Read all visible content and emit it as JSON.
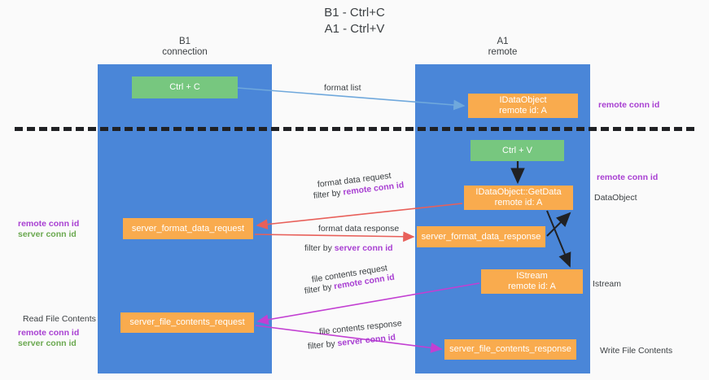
{
  "title": "B1 - Ctrl+C\nA1 - Ctrl+V",
  "lanes": [
    {
      "name": "b1",
      "header": "B1\nconnection",
      "color": "#4a86d8"
    },
    {
      "name": "a1",
      "header": "A1\nremote",
      "color": "#4a86d8"
    }
  ],
  "colors": {
    "lane": "#4a86d8",
    "green_node": "#77c77f",
    "orange_node": "#f9ab4e",
    "purple_label": "#a83fd2",
    "green_label": "#6aa84f",
    "blue_arrow": "#6fa8dc",
    "red_arrow": "#e8605a",
    "magenta_arrow": "#c23fd2",
    "black_arrow": "#202124",
    "background": "#fafafa",
    "text": "#3c4043"
  },
  "nodes": {
    "ctrl_c": "Ctrl + C",
    "idataobject": "IDataObject\nremote id: A",
    "ctrl_v": "Ctrl + V",
    "getdata": "IDataObject::GetData\nremote id: A",
    "server_format_data_request": "server_format_data_request",
    "server_format_data_response": "server_format_data_response",
    "istream": "IStream\nremote id: A",
    "server_file_contents_request": "server_file_contents_request",
    "server_file_contents_response": "server_file_contents_response"
  },
  "annotations": {
    "format_list": "format list",
    "format_data_request": "format data request",
    "format_data_request_filter_prefix": "filter by ",
    "format_data_request_filter_key": "remote conn id",
    "format_data_response": "format data response",
    "format_data_response_filter_prefix": "filter by ",
    "format_data_response_filter_key": "server conn id",
    "file_contents_request": "file contents request",
    "file_contents_request_filter_prefix": "filter by ",
    "file_contents_request_filter_key": "remote conn id",
    "file_contents_response": "file contents response",
    "file_contents_response_filter_prefix": "filter by ",
    "file_contents_response_filter_key": "server conn id"
  },
  "right_labels": {
    "remote_conn_id_top": "remote conn id",
    "remote_conn_id_mid": "remote conn id",
    "dataobject": "DataObject",
    "istream": "Istream",
    "write_file_contents": "Write File Contents"
  },
  "left_labels": {
    "remote_conn_id_mid": "remote conn id",
    "server_conn_id_mid": "server conn id",
    "read_file_contents": "Read File Contents",
    "remote_conn_id_low": "remote conn id",
    "server_conn_id_low": "server conn id"
  }
}
